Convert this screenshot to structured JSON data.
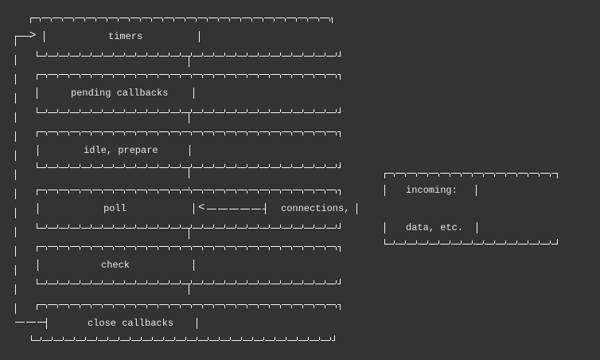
{
  "colors": {
    "background": "#333333",
    "line": "#f2f2f2",
    "text": "#e6e6e6"
  },
  "event_loop": {
    "phases": [
      {
        "id": "timers",
        "label": "timers"
      },
      {
        "id": "pending-callbacks",
        "label": "pending callbacks"
      },
      {
        "id": "idle-prepare",
        "label": "idle, prepare"
      },
      {
        "id": "poll",
        "label": "poll"
      },
      {
        "id": "check",
        "label": "check"
      },
      {
        "id": "close-callbacks",
        "label": "close callbacks"
      }
    ],
    "side_box": {
      "lines": [
        "incoming:",
        "connections,",
        "data, etc."
      ]
    },
    "glyphs": {
      "loop_arrow": ">",
      "poll_arrow": "<"
    }
  }
}
